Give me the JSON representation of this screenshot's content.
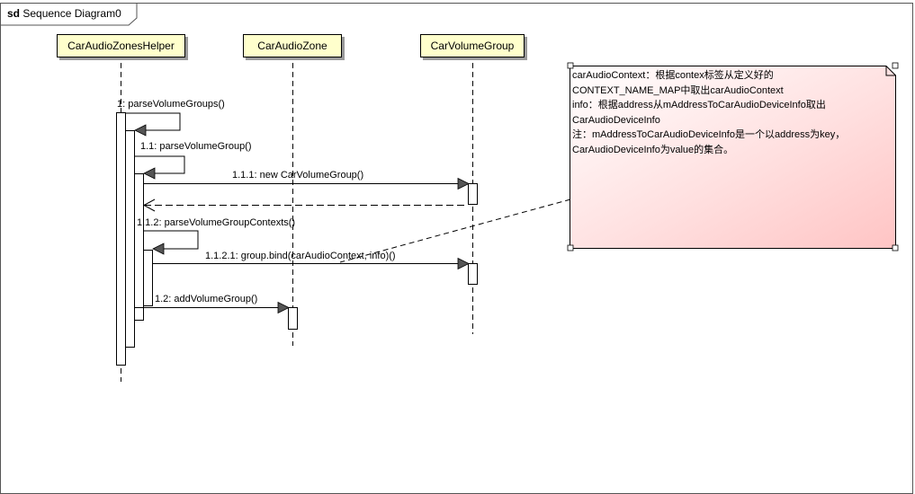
{
  "frame": {
    "keyword": "sd",
    "name": "Sequence Diagram0"
  },
  "lifelines": [
    {
      "id": "zones_helper",
      "name": "CarAudioZonesHelper"
    },
    {
      "id": "audio_zone",
      "name": "CarAudioZone"
    },
    {
      "id": "volume_group",
      "name": "CarVolumeGroup"
    }
  ],
  "messages": [
    {
      "id": "m1",
      "label": "1: parseVolumeGroups()"
    },
    {
      "id": "m11",
      "label": "1.1: parseVolumeGroup()"
    },
    {
      "id": "m111",
      "label": "1.1.1: new CarVolumeGroup()"
    },
    {
      "id": "m112",
      "label": "1.1.2: parseVolumeGroupContexts()"
    },
    {
      "id": "m1121",
      "label": "1.1.2.1: group.bind(carAudioContext, info)()"
    },
    {
      "id": "m12",
      "label": "1.2: addVolumeGroup()"
    }
  ],
  "note": {
    "lines": [
      "carAudioContext：根据contex标签从定义好的",
      "CONTEXT_NAME_MAP中取出carAudioContext",
      "info：根据address从mAddressToCarAudioDeviceInfo取出",
      "CarAudioDeviceInfo",
      "注：mAddressToCarAudioDeviceInfo是一个以address为key，",
      "CarAudioDeviceInfo为value的集合。"
    ]
  }
}
